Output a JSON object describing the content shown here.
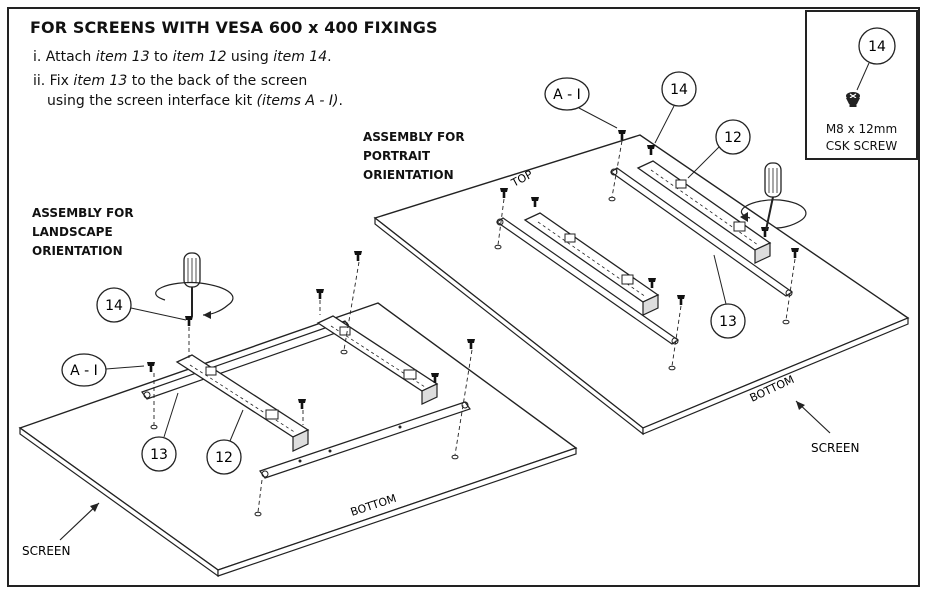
{
  "instructions": {
    "title": "FOR SCREENS WITH VESA 600 x 400 FIXINGS",
    "step1": {
      "prefix": "i.  Attach ",
      "item_a": "item 13",
      "mid": " to ",
      "item_b": "item 12",
      "mid2": " using ",
      "item_c": "item 14",
      "suffix": "."
    },
    "step2": {
      "prefix": "ii. Fix ",
      "item_a": "item 13",
      "suffix": " to the back of the screen"
    },
    "step2b": {
      "prefix": "using the screen interface kit ",
      "items": "(items A - I)",
      "suffix": "."
    }
  },
  "kit_box": {
    "callout": "14",
    "line1": "M8 x 12mm",
    "line2": "CSK SCREW"
  },
  "landscape": {
    "heading": [
      "ASSEMBLY FOR",
      "LANDSCAPE",
      "ORIENTATION"
    ],
    "callouts": {
      "screw": "14",
      "kit": "A - I",
      "rail": "13",
      "bracket": "12"
    },
    "bottom_label": "BOTTOM",
    "screen_label": "SCREEN"
  },
  "portrait": {
    "heading": [
      "ASSEMBLY FOR",
      "PORTRAIT",
      "ORIENTATION"
    ],
    "callouts": {
      "kit": "A - I",
      "screw": "14",
      "bracket": "12",
      "rail": "13"
    },
    "top_label": "TOP",
    "bottom_label": "BOTTOM",
    "screen_label": "SCREEN"
  }
}
